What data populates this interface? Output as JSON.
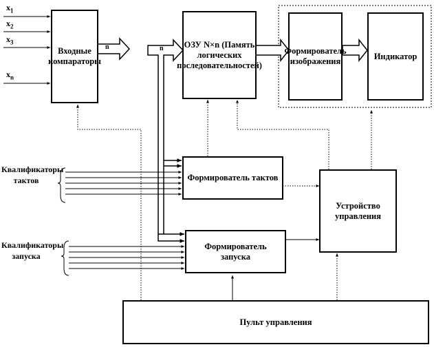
{
  "inputs": {
    "x1": "x",
    "x1_sub": "1",
    "x2": "x",
    "x2_sub": "2",
    "x3": "x",
    "x3_sub": "3",
    "xn": "x",
    "xn_sub": "n"
  },
  "blocks": {
    "comparators": "Входные компараторы",
    "ram": "ОЗУ N×n (Память логических последовательностей)",
    "image_former": "Формирователь изображения",
    "indicator": "Индикатор",
    "clock_former": "Формирователь тактов",
    "control_unit": "Устройство управления",
    "start_former": "Формирователь запуска",
    "control_panel": "Пульт управления"
  },
  "labels": {
    "clock_qualifiers": "Квалификаторы тактов",
    "start_qualifiers": "Квалификаторы запуска",
    "bus_n1": "n",
    "bus_n2": "n"
  }
}
